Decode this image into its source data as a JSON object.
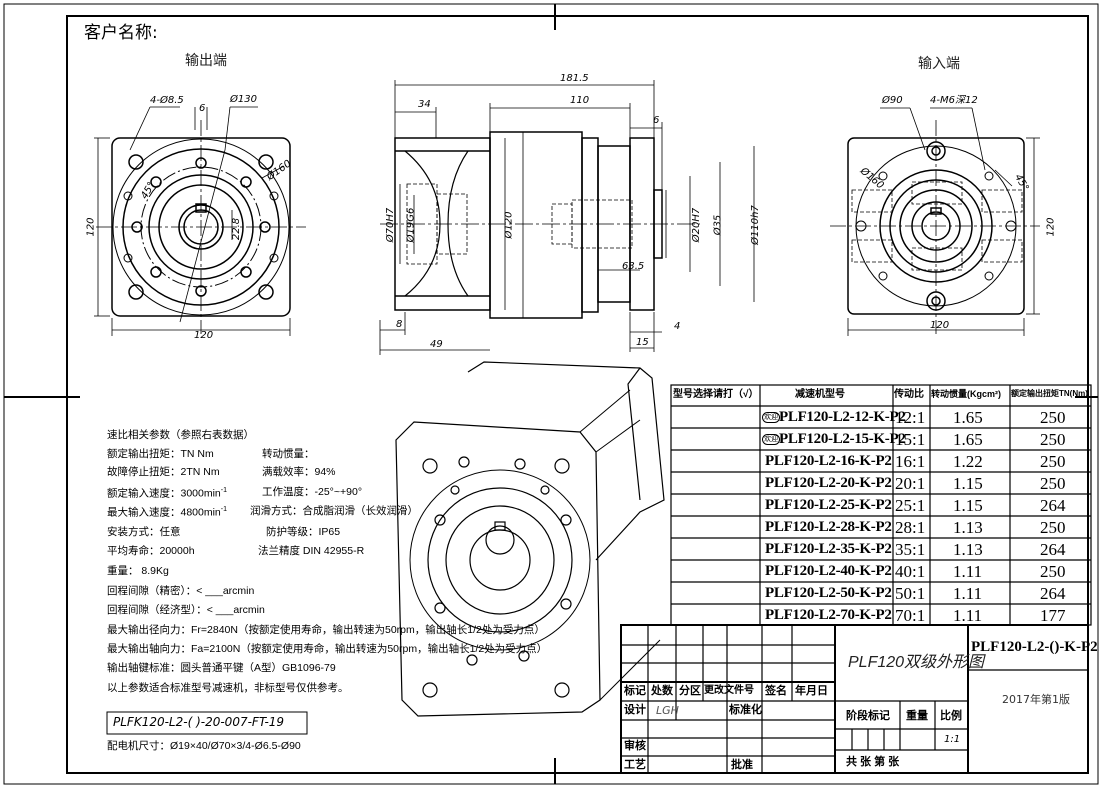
{
  "customer_label": "客户名称:",
  "views": {
    "output_end": "输出端",
    "input_end": "输入端"
  },
  "dims": {
    "front": {
      "holes": "4-Ø8.5",
      "key": "6",
      "pcd": "Ø130",
      "flange": "Ø160",
      "angle": "45°",
      "shaft_dim": "22.8",
      "width": "120",
      "height": "120"
    },
    "side": {
      "total": "181.5",
      "body": "110",
      "seg": "34",
      "step": "6",
      "d_output": "Ø70H7",
      "d_inner": "Ø19G6",
      "d_body": "Ø120",
      "d_input": "Ø20H7",
      "d_input_pilot": "Ø35",
      "d_input_flange": "Ø110h7",
      "len_63": "63.5",
      "seg8": "8",
      "seg49": "49",
      "seg4": "4",
      "seg15": "15"
    },
    "input": {
      "pcd": "Ø90",
      "holes": "4-M6深12",
      "flange": "Ø160",
      "angle": "45°",
      "width": "120",
      "height": "120"
    }
  },
  "params": {
    "heading": "速比相关参数（参照右表数据）",
    "rated_torque": "额定输出扭矩：TN Nm",
    "inertia": "转动惯量：",
    "emergency_torque": "故障停止扭矩：2TN Nm",
    "efficiency": "满载效率：94%",
    "rated_speed_label": "额定输入速度：3000min",
    "rated_speed_sup": "-1",
    "temp": "工作温度：-25°~+90°",
    "max_speed_label": "最大输入速度：4800min",
    "max_speed_sup": "-1",
    "lube": "润滑方式：合成脂润滑（长效润滑）",
    "mount": "安装方式：任意",
    "ip": "防护等级：IP65",
    "life": "平均寿命：20000h",
    "flange_std": "法兰精度 DIN 42955-R",
    "weight": "重量：   8.9Kg",
    "backlash_p": "回程间隙（精密）：<  ___arcmin",
    "backlash_e": "回程间隙（经济型）：<  ___arcmin",
    "radial": "最大输出径向力：Fr=2840N（按额定使用寿命，输出转速为50rpm，输出轴长1/2处为受力点）",
    "axial": "最大输出轴向力：Fa=2100N（按额定使用寿命，输出转速为50rpm，输出轴长1/2处为受力点）",
    "key_std": "输出轴键标准：圆头普通平键（A型）GB1096-79",
    "note": "以上参数适合标准型号减速机，非标型号仅供参考。",
    "code_box": "PLFK120-L2-(    )-20-007-FT-19",
    "motor": "配电机尺寸：Ø19×40/Ø70×3/4-Ø6.5-Ø90"
  },
  "table": {
    "headers": [
      "型号选择请打（√）",
      "减速机型号",
      "传动比",
      "转动惯量(Kgcm²)",
      "额定输出扭矩TN(Nm)"
    ],
    "stamp": "欢迎",
    "rows": [
      {
        "model": "PLF120-L2-12-K-P2",
        "ratio": "12:1",
        "inertia": "1.65",
        "torque": "250",
        "stamped": true
      },
      {
        "model": "PLF120-L2-15-K-P2",
        "ratio": "15:1",
        "inertia": "1.65",
        "torque": "250",
        "stamped": true
      },
      {
        "model": "PLF120-L2-16-K-P2",
        "ratio": "16:1",
        "inertia": "1.22",
        "torque": "250",
        "stamped": false
      },
      {
        "model": "PLF120-L2-20-K-P2",
        "ratio": "20:1",
        "inertia": "1.15",
        "torque": "250",
        "stamped": false
      },
      {
        "model": "PLF120-L2-25-K-P2",
        "ratio": "25:1",
        "inertia": "1.15",
        "torque": "264",
        "stamped": false
      },
      {
        "model": "PLF120-L2-28-K-P2",
        "ratio": "28:1",
        "inertia": "1.13",
        "torque": "250",
        "stamped": false
      },
      {
        "model": "PLF120-L2-35-K-P2",
        "ratio": "35:1",
        "inertia": "1.13",
        "torque": "264",
        "stamped": false
      },
      {
        "model": "PLF120-L2-40-K-P2",
        "ratio": "40:1",
        "inertia": "1.11",
        "torque": "250",
        "stamped": false
      },
      {
        "model": "PLF120-L2-50-K-P2",
        "ratio": "50:1",
        "inertia": "1.11",
        "torque": "264",
        "stamped": false
      },
      {
        "model": "PLF120-L2-70-K-P2",
        "ratio": "70:1",
        "inertia": "1.11",
        "torque": "177",
        "stamped": false
      }
    ]
  },
  "titleblock": {
    "drawing_name": "PLF120双级外形图",
    "model": "PLF120-L2-()-K-P2",
    "version": "2017年第1版",
    "headers": [
      "标记",
      "处数",
      "分区",
      "更改文件号",
      "签名",
      "年月日"
    ],
    "design": "设计",
    "designer": "LGH",
    "standard": "标准化",
    "stage": "阶段标记",
    "weight": "重量",
    "scale": "比例",
    "scale_val": "1:1",
    "review": "审核",
    "process": "工艺",
    "approve": "批准",
    "sheets": "共    张 第    张"
  }
}
